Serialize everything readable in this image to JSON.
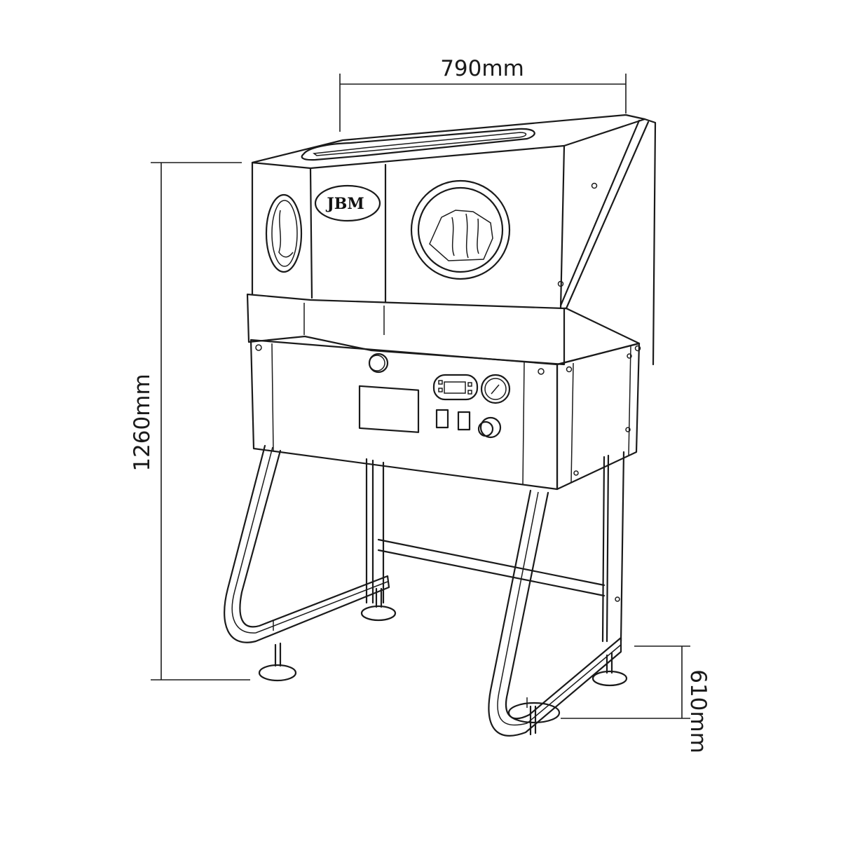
{
  "dimensions": {
    "width_label": "790mm",
    "height_label": "1260mm",
    "leg_label": "610mm"
  },
  "brand": {
    "logo_text": "JBM"
  },
  "colors": {
    "line": "#1a1a1a",
    "background": "#ffffff"
  }
}
